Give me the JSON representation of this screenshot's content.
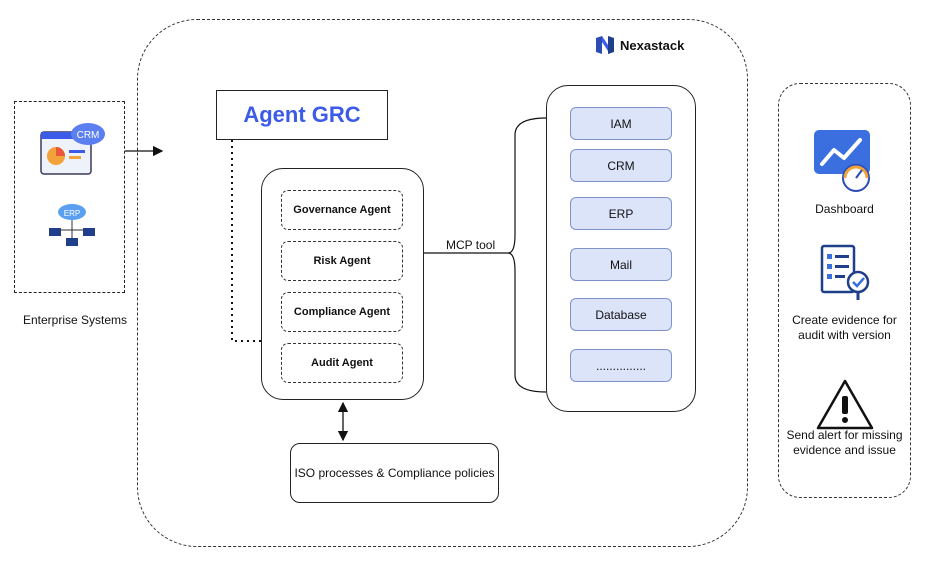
{
  "enterprise": {
    "label": "Enterprise Systems",
    "icons": [
      {
        "name": "crm-icon",
        "text": "CRM"
      },
      {
        "name": "erp-icon",
        "text": "ERP"
      }
    ]
  },
  "brand": {
    "name": "Nexastack"
  },
  "grc": {
    "title": "Agent GRC"
  },
  "agents": [
    {
      "label": "Governance Agent"
    },
    {
      "label": "Risk Agent"
    },
    {
      "label": "Compliance Agent"
    },
    {
      "label": "Audit Agent"
    }
  ],
  "mcp": {
    "label": "MCP tool"
  },
  "tools": [
    {
      "label": "IAM"
    },
    {
      "label": "CRM"
    },
    {
      "label": "ERP"
    },
    {
      "label": "Mail"
    },
    {
      "label": "Database"
    },
    {
      "label": "..............."
    }
  ],
  "policies": {
    "label": "ISO processes & Compliance policies"
  },
  "outputs": [
    {
      "label": "Dashboard"
    },
    {
      "label": "Create evidence for audit with version"
    },
    {
      "label": "Send alert for missing evidence and issue"
    }
  ],
  "colors": {
    "accent": "#3b5be8",
    "tool_fill": "#dce4fa",
    "tool_border": "#7f93c9"
  }
}
